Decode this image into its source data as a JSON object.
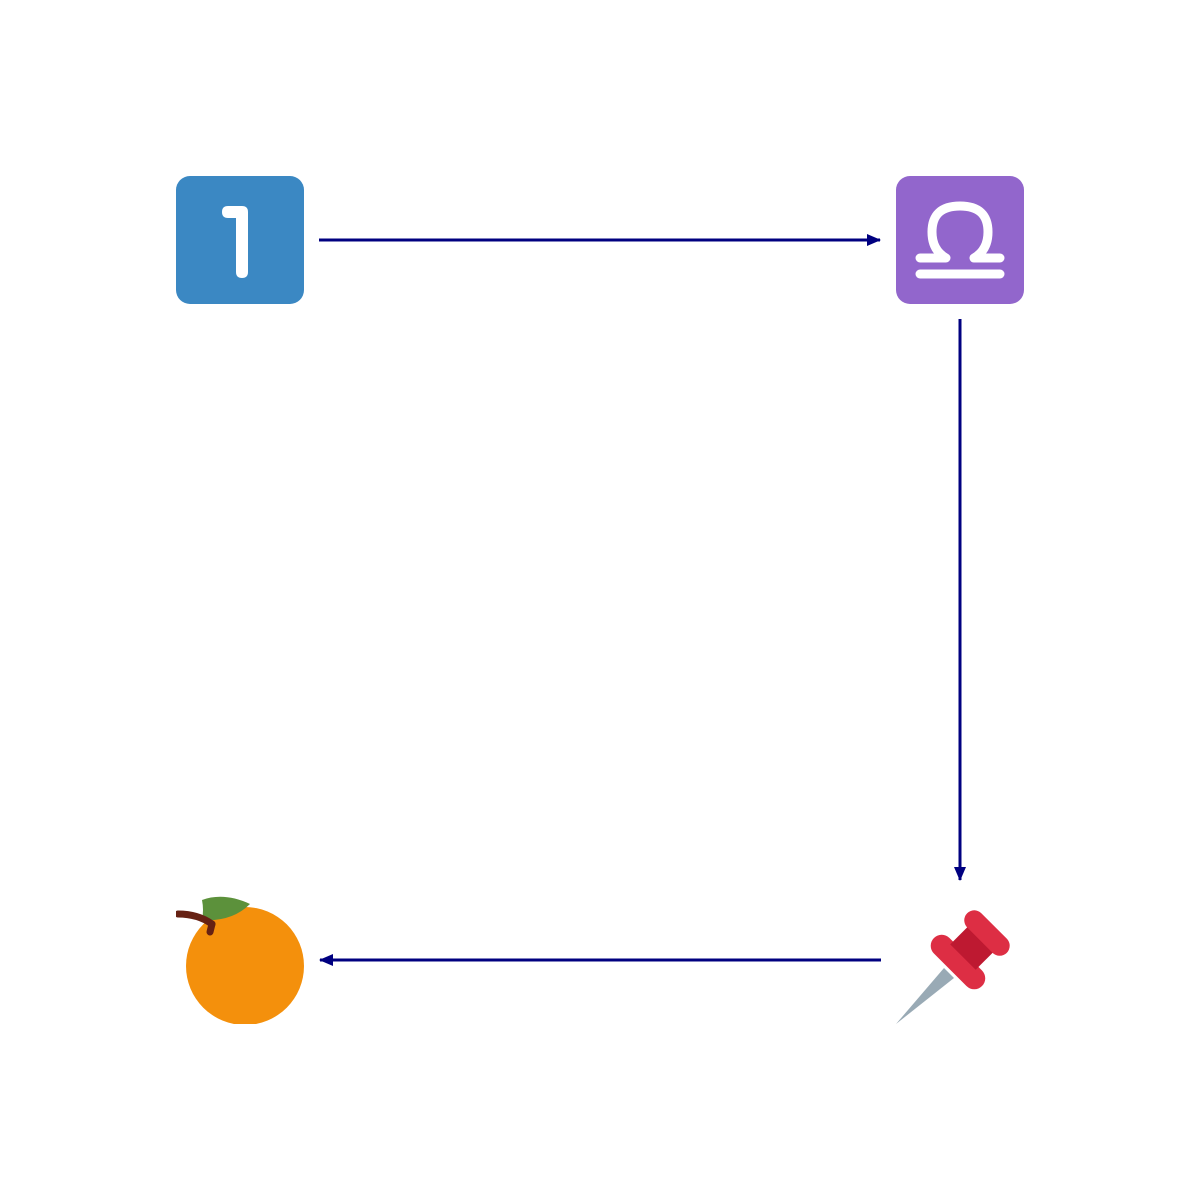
{
  "diagram": {
    "nodes": [
      {
        "id": "n1",
        "icon": "keycap-1-icon",
        "label": "1",
        "color": "#3B88C3"
      },
      {
        "id": "n2",
        "icon": "libra-icon",
        "color": "#9266CC"
      },
      {
        "id": "n3",
        "icon": "pushpin-icon",
        "color": "#DD2E44"
      },
      {
        "id": "n4",
        "icon": "tangerine-icon",
        "color": "#F4900C"
      }
    ],
    "edges": [
      {
        "from": "n1",
        "to": "n2"
      },
      {
        "from": "n2",
        "to": "n3"
      },
      {
        "from": "n3",
        "to": "n4"
      }
    ],
    "edge_color": "#000080"
  }
}
